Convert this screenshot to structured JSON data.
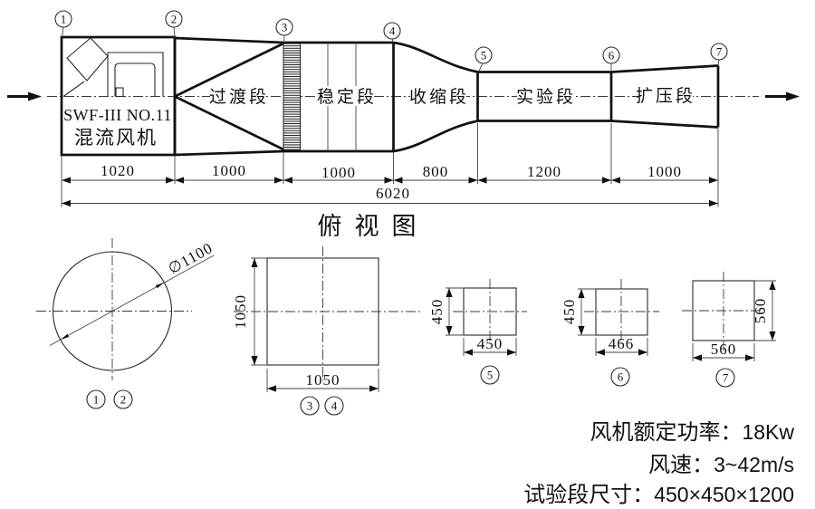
{
  "top_view": {
    "title": "俯视图",
    "fan_model": "SWF-III NO.11",
    "fan_name": "混流风机",
    "sections": [
      "过渡段",
      "稳定段",
      "收缩段",
      "实验段",
      "扩压段"
    ],
    "stations": [
      "1",
      "2",
      "3",
      "4",
      "5",
      "6",
      "7"
    ],
    "dims": [
      "1020",
      "1000",
      "1000",
      "800",
      "1200",
      "1000"
    ],
    "total_dim": "6020"
  },
  "cross_sections": {
    "circle": {
      "diameter": "∅1100",
      "stations": [
        "1",
        "2"
      ]
    },
    "square_1050": {
      "width": "1050",
      "height": "1050",
      "stations": [
        "3",
        "4"
      ]
    },
    "square_450": {
      "width": "450",
      "height": "450",
      "station": "5"
    },
    "square_466": {
      "width": "466",
      "height": "450",
      "station": "6"
    },
    "square_560": {
      "width": "560",
      "height": "560",
      "station": "7"
    }
  },
  "specs": {
    "power_label": "风机额定功率：",
    "power_value": "18Kw",
    "speed_label": "风速：",
    "speed_value": "3~42m/s",
    "size_label": "试验段尺寸：",
    "size_value": "450×450×1200"
  }
}
